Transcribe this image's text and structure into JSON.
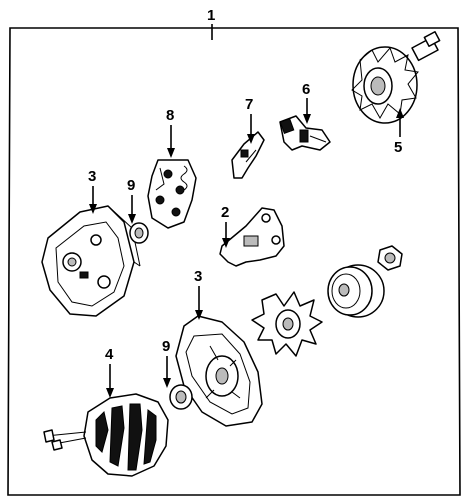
{
  "callouts": {
    "assembly": "1",
    "regulator": "2",
    "frame_rear": "3",
    "frame_front": "3",
    "stator": "4",
    "rotor": "5",
    "brush_holder": "6",
    "terminal": "7",
    "rectifier": "8",
    "bearing_rear": "9",
    "bearing_front": "9"
  }
}
